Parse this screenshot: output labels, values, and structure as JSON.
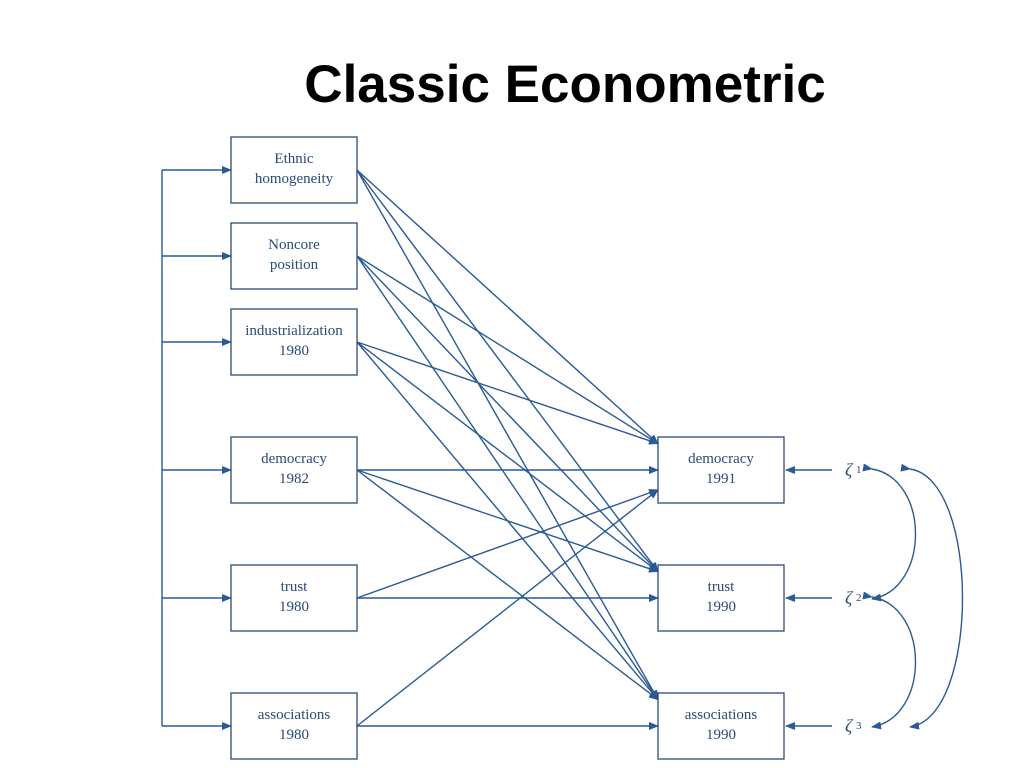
{
  "title": "Classic Econometric",
  "colors": {
    "line": "#2a5a95",
    "box_border": "#2a4a78",
    "text": "#2a4a78"
  },
  "nodes": [
    {
      "id": "ethnic",
      "lines": [
        "Ethnic",
        "homogeneity"
      ]
    },
    {
      "id": "noncore",
      "lines": [
        "Noncore",
        "position"
      ]
    },
    {
      "id": "industrialization",
      "lines": [
        "industrialization",
        "1980"
      ]
    },
    {
      "id": "democracy1982",
      "lines": [
        "democracy",
        "1982"
      ]
    },
    {
      "id": "trust1980",
      "lines": [
        "trust",
        "1980"
      ]
    },
    {
      "id": "associations1980",
      "lines": [
        "associations",
        "1980"
      ]
    },
    {
      "id": "democracy1991",
      "lines": [
        "democracy",
        "1991"
      ]
    },
    {
      "id": "trust1990",
      "lines": [
        "trust",
        "1990"
      ]
    },
    {
      "id": "associations1990",
      "lines": [
        "associations",
        "1990"
      ]
    }
  ],
  "edges": [
    [
      "ethnic",
      "democracy1991"
    ],
    [
      "ethnic",
      "trust1990"
    ],
    [
      "ethnic",
      "associations1990"
    ],
    [
      "noncore",
      "democracy1991"
    ],
    [
      "noncore",
      "trust1990"
    ],
    [
      "noncore",
      "associations1990"
    ],
    [
      "industrialization",
      "democracy1991"
    ],
    [
      "industrialization",
      "trust1990"
    ],
    [
      "industrialization",
      "associations1990"
    ],
    [
      "democracy1982",
      "democracy1991"
    ],
    [
      "democracy1982",
      "trust1990"
    ],
    [
      "democracy1982",
      "associations1990"
    ],
    [
      "trust1980",
      "democracy1991"
    ],
    [
      "trust1980",
      "trust1990"
    ],
    [
      "associations1980",
      "democracy1991"
    ],
    [
      "associations1980",
      "associations1990"
    ]
  ],
  "disturbances": [
    {
      "symbol": "ζ",
      "sub": "1",
      "target": "democracy1991"
    },
    {
      "symbol": "ζ",
      "sub": "2",
      "target": "trust1990"
    },
    {
      "symbol": "ζ",
      "sub": "3",
      "target": "associations1990"
    }
  ],
  "correlations": [
    [
      "1",
      "2"
    ],
    [
      "2",
      "3"
    ],
    [
      "1",
      "3"
    ]
  ]
}
